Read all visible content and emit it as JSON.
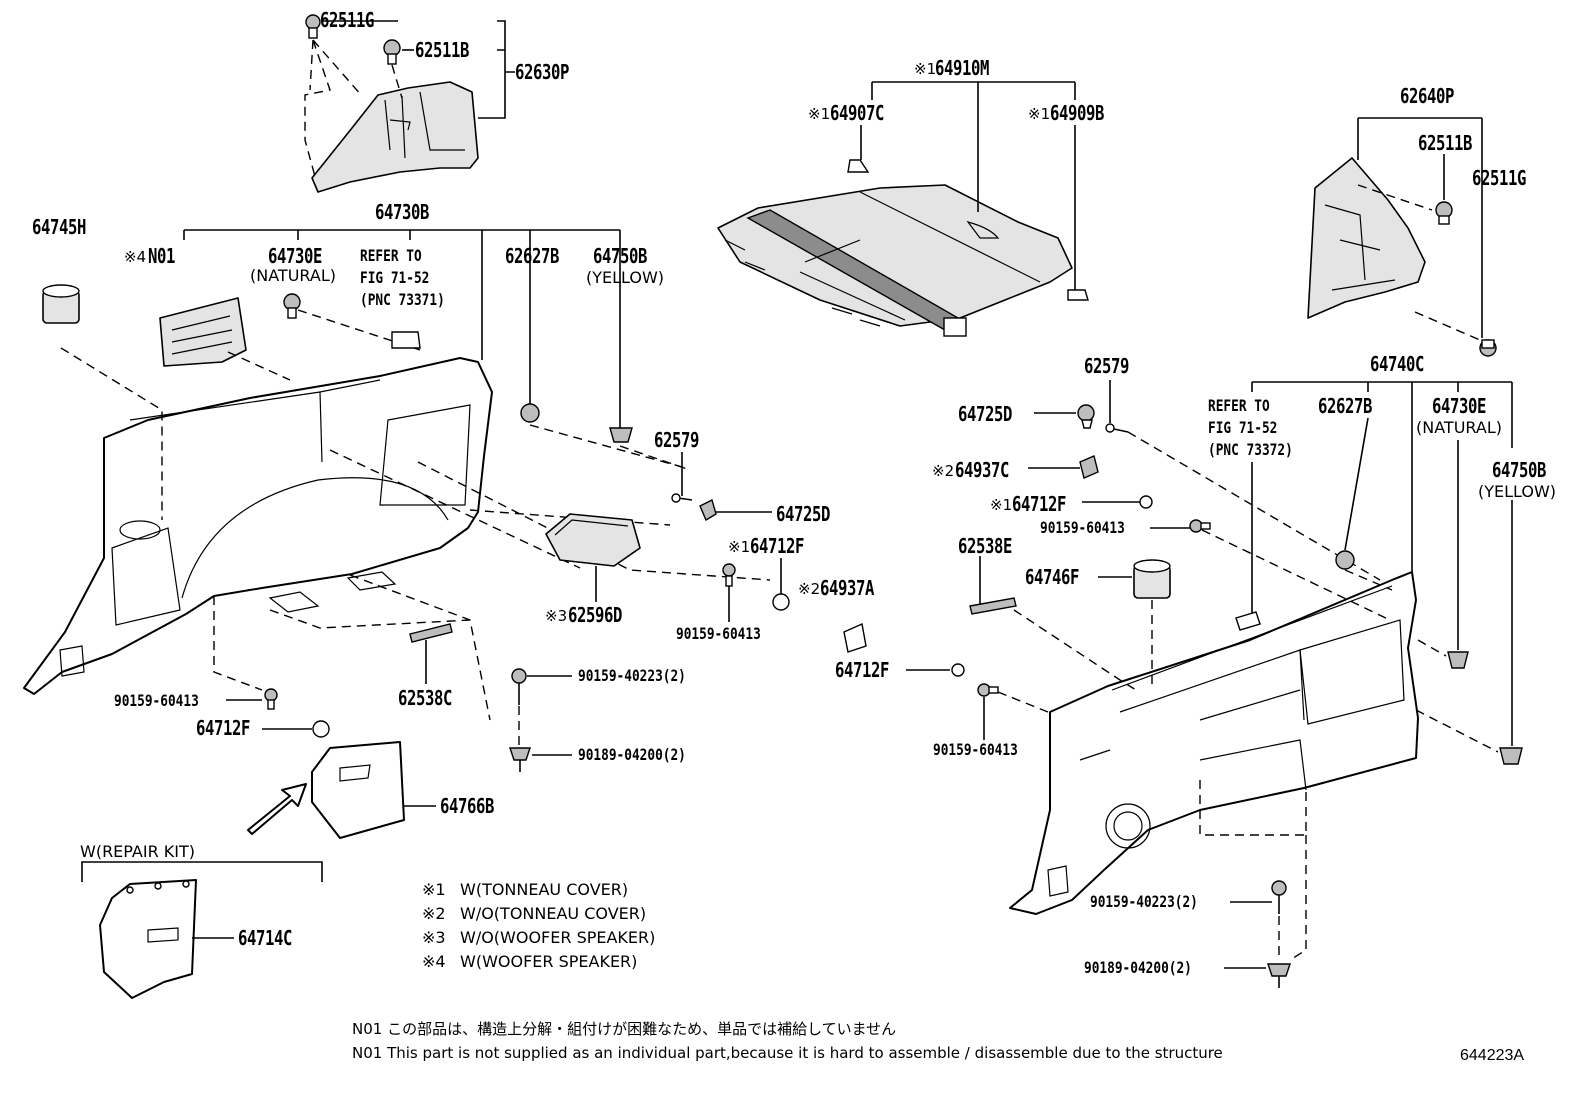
{
  "parts": {
    "p62511g_top": "62511G",
    "p62511b_top": "62511B",
    "p62630p": "62630P",
    "p64910m": "64910M",
    "p64907c": "64907C",
    "p64909b": "64909B",
    "p62640p": "62640P",
    "p62511b_right": "62511B",
    "p62511g_right": "62511G",
    "p64745h": "64745H",
    "p64730b": "64730B",
    "p01": "N01",
    "p64730e_left": "64730E",
    "p62627b_left": "62627B",
    "p64750b_left": "64750B",
    "p62579_left": "62579",
    "p64725d_left": "64725D",
    "p64712f_midup": "64712F",
    "p64937a": "64937A",
    "p62596d": "62596D",
    "p90159_60413_mid": "90159-60413",
    "p90159_40223_left": "90159-40223(2)",
    "p90189_04200_left": "90189-04200(2)",
    "p62538c": "62538C",
    "p90159_60413_left": "90159-60413",
    "p64712f_left": "64712F",
    "p64766b": "64766B",
    "p64714c": "64714C",
    "p62579_right": "62579",
    "p64740c": "64740C",
    "p64725d_right": "64725D",
    "p64937c": "64937C",
    "p64712f_rightup": "64712F",
    "p90159_60413_rightup": "90159-60413",
    "p62627b_right": "62627B",
    "p64730e_right": "64730E",
    "p64750b_right": "64750B",
    "p62538e": "62538E",
    "p64746f": "64746F",
    "p64712f_rightmid": "64712F",
    "p90159_60413_rightlow": "90159-60413",
    "p90159_40223_right": "90159-40223(2)",
    "p90189_04200_right": "90189-04200(2)"
  },
  "subs": {
    "natural": "(NATURAL)",
    "yellow": "(YELLOW)",
    "refer_to": "REFER TO",
    "fig": "FIG 71-52",
    "pnc_left": "(PNC 73371)",
    "pnc_right": "(PNC 73372)",
    "repair_kit": "W(REPAIR KIT)"
  },
  "marks": {
    "m1": "※1",
    "m2": "※2",
    "m3": "※3",
    "m4": "※4"
  },
  "notes": [
    {
      "mark": "※1",
      "text": "W(TONNEAU COVER)"
    },
    {
      "mark": "※2",
      "text": "W/O(TONNEAU COVER)"
    },
    {
      "mark": "※3",
      "text": "W/O(WOOFER SPEAKER)"
    },
    {
      "mark": "※4",
      "text": "W(WOOFER SPEAKER)"
    }
  ],
  "footnote": {
    "jp": "N01 この部品は、構造上分解・組付けが困難なため、単品では補給していません",
    "en": "N01 This part is not supplied as an individual part,because it is hard to assemble / disassemble due to the structure"
  },
  "figure_code": "644223A"
}
